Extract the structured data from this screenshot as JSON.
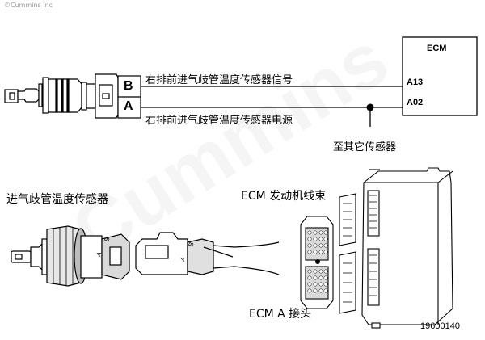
{
  "copyright": "©Cummins Inc",
  "watermark": "Cummins",
  "ecm_box": {
    "title": "ECM",
    "pins": [
      "A13",
      "A02"
    ]
  },
  "wires": {
    "signal_label": "右排前进气歧管温度传感器信号",
    "supply_label": "右排前进气歧管温度传感器电源",
    "splice_label": "至其它传感器"
  },
  "sensor_pins": [
    "B",
    "A"
  ],
  "captions": {
    "sensor": "进气歧管温度传感器",
    "harness": "ECM 发动机线束",
    "connector": "ECM A 接头"
  },
  "figure_number": "19600140",
  "colors": {
    "line": "#000000",
    "watermark": "#f3f3f3"
  }
}
